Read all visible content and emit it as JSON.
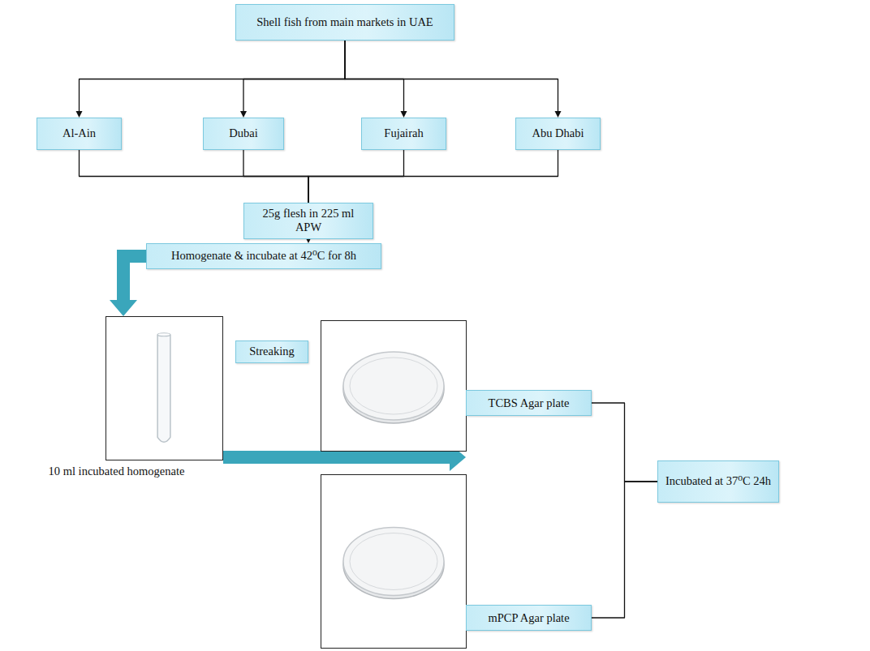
{
  "diagram": {
    "nodes": [
      {
        "text": [
          "Shell fish from main markets in UAE"
        ]
      },
      {
        "text": [
          "Al-Ain"
        ]
      },
      {
        "text": [
          "Dubai"
        ]
      },
      {
        "text": [
          "Fujairah"
        ]
      },
      {
        "text": [
          "Abu Dhabi"
        ]
      },
      {
        "text": [
          "25g flesh in 225 ml APW"
        ]
      },
      {
        "text": [
          "Homogenate & incubate at 42⁰C for 8h"
        ]
      },
      {
        "text": [
          "10 ml incubated homogenate"
        ]
      },
      {
        "text": [
          "Streaking"
        ]
      },
      {
        "text": [
          "TCBS Agar plate"
        ]
      },
      {
        "text": [
          "mPCP Agar plate"
        ]
      },
      {
        "text": [
          "Incubated at 37⁰C 24h"
        ]
      }
    ],
    "edges": [
      {
        "from": 0,
        "to": 1,
        "arrow": "to"
      },
      {
        "from": 0,
        "to": 2,
        "arrow": "to"
      },
      {
        "from": 0,
        "to": 3,
        "arrow": "to"
      },
      {
        "from": 0,
        "to": 4,
        "arrow": "to"
      },
      {
        "from": 1,
        "to": 5,
        "arrow": "none"
      },
      {
        "from": 2,
        "to": 5,
        "arrow": "none"
      },
      {
        "from": 3,
        "to": 5,
        "arrow": "none"
      },
      {
        "from": 4,
        "to": 5,
        "arrow": "none"
      },
      {
        "from": 5,
        "to": 6,
        "arrow": "to"
      },
      {
        "from": 6,
        "to": 7,
        "arrow": "to"
      },
      {
        "from": 7,
        "to": 9,
        "arrow": "to"
      },
      {
        "from": 9,
        "to": 11,
        "arrow": "none"
      },
      {
        "from": 10,
        "to": 11,
        "arrow": "none"
      }
    ]
  }
}
